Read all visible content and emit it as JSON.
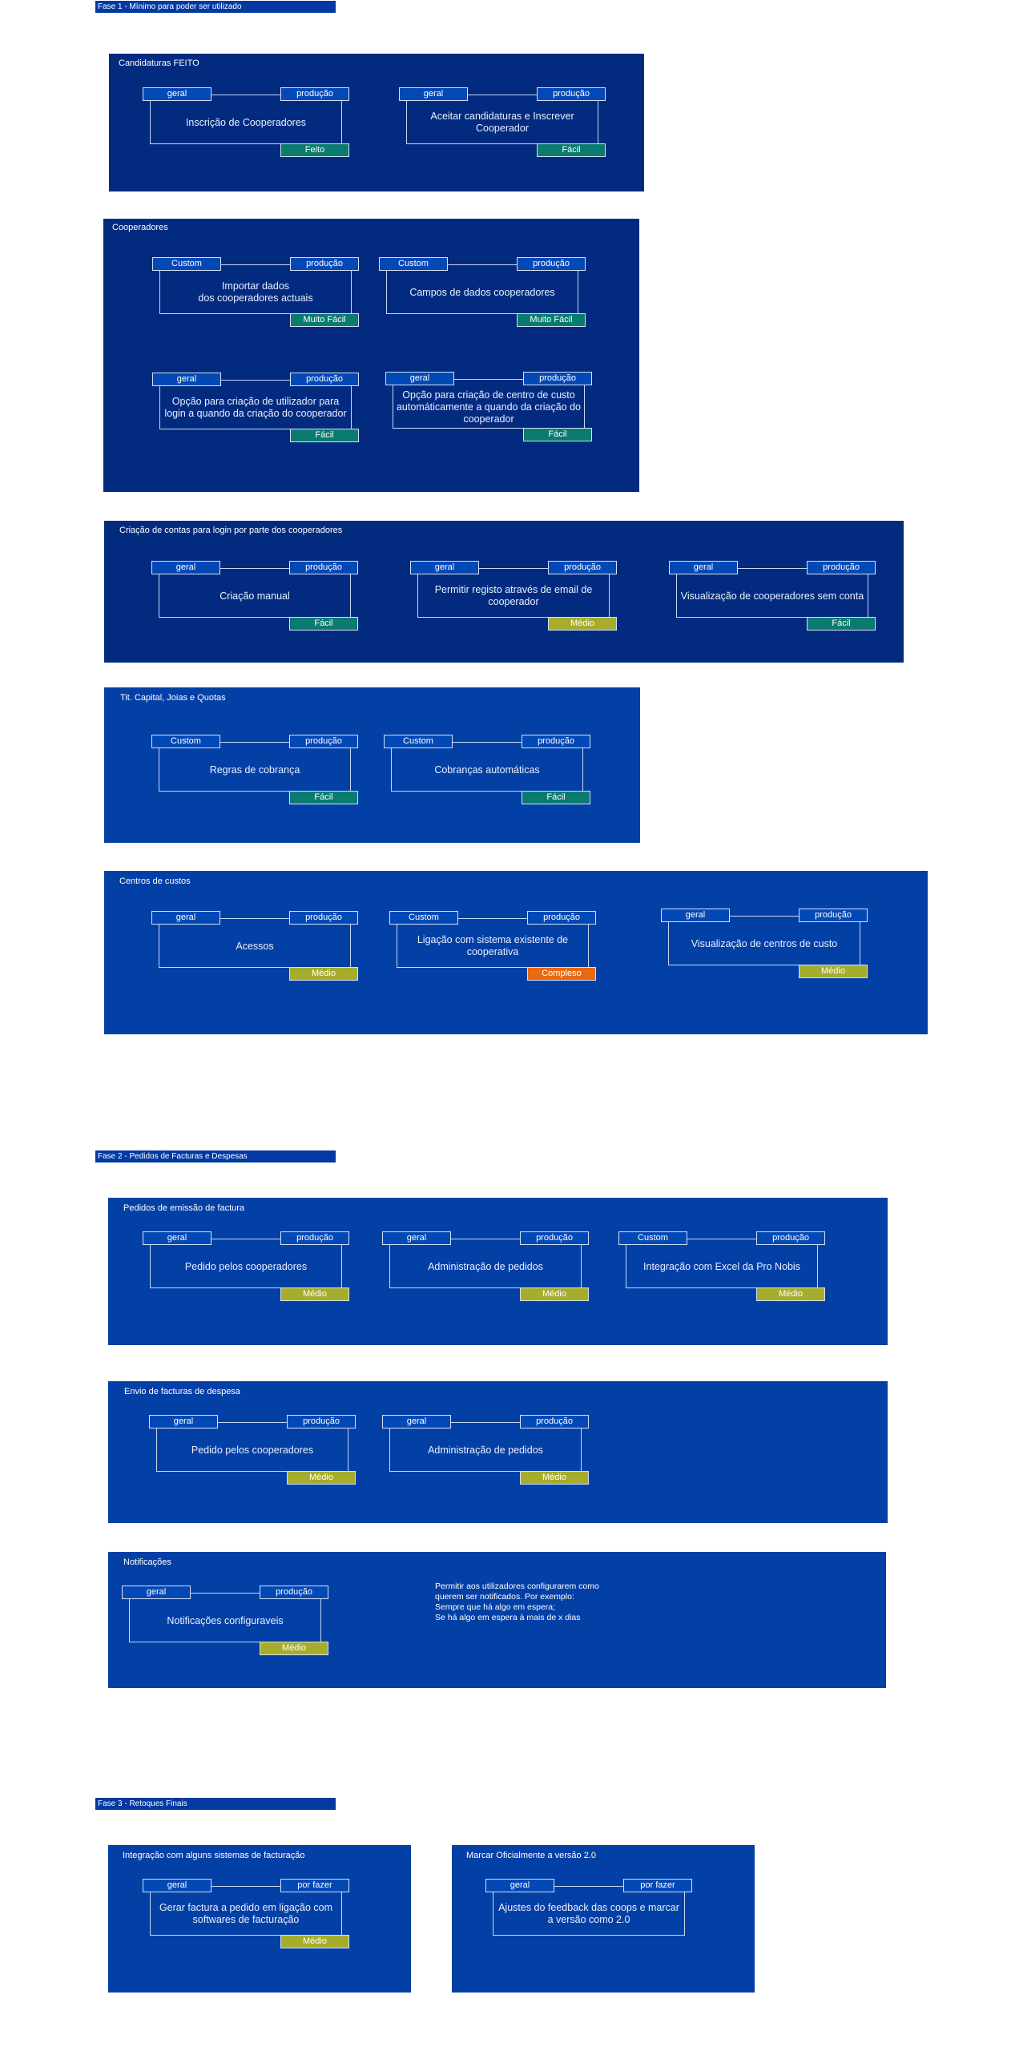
{
  "colors": {
    "Feito": "#0a7b6e",
    "Fácil": "#0a7b6e",
    "Muito Fácil": "#0a7b6e",
    "Médio": "#a6ad2c",
    "Compleso": "#e96a10",
    "": "transparent"
  },
  "phases": [
    {
      "title": "Fase 1 - Mínimo para poder ser utilizado"
    },
    {
      "title": "Fase 2 - Pedidos de Facturas e Despesas"
    },
    {
      "title": "Fase 3 - Retoques Finais"
    }
  ],
  "sections": [
    {
      "title": "Candidaturas FEITO",
      "cards": [
        {
          "left": "geral",
          "right": "produção",
          "label": "Inscrição de Cooperadores",
          "badge": "Feito"
        },
        {
          "left": "geral",
          "right": "produção",
          "label": "Aceitar candidaturas e Inscrever Cooperador",
          "badge": "Fácil"
        }
      ]
    },
    {
      "title": "Cooperadores",
      "cards": [
        {
          "left": "Custom",
          "right": "produção",
          "label": "Importar dados\ndos cooperadores actuais",
          "badge": "Muito Fácil"
        },
        {
          "left": "Custom",
          "right": "produção",
          "label": "Campos de dados cooperadores",
          "badge": "Muito Fácil"
        },
        {
          "left": "geral",
          "right": "produção",
          "label": "Opção para criação de utilizador para login a quando da criação do cooperador",
          "badge": "Fácil"
        },
        {
          "left": "geral",
          "right": "produção",
          "label": "Opção para criação de centro de custo automáticamente a quando da criação do cooperador",
          "badge": "Fácil"
        }
      ]
    },
    {
      "title": "Criação de contas para login por parte dos cooperadores",
      "cards": [
        {
          "left": "geral",
          "right": "produção",
          "label": "Criação manual",
          "badge": "Fácil"
        },
        {
          "left": "geral",
          "right": "produção",
          "label": "Permitir registo através de email de cooperador",
          "badge": "Médio"
        },
        {
          "left": "geral",
          "right": "produção",
          "label": "Visualização de cooperadores sem conta",
          "badge": "Fácil"
        }
      ]
    },
    {
      "title": "Tit. Capital, Joias e Quotas",
      "cards": [
        {
          "left": "Custom",
          "right": "produção",
          "label": "Regras de cobrança",
          "badge": "Fácil"
        },
        {
          "left": "Custom",
          "right": "produção",
          "label": "Cobranças automáticas",
          "badge": "Fácil"
        }
      ]
    },
    {
      "title": "Centros de custos",
      "cards": [
        {
          "left": "geral",
          "right": "produção",
          "label": "Acessos",
          "badge": "Médio"
        },
        {
          "left": "Custom",
          "right": "produção",
          "label": "Ligação com sistema existente de cooperativa",
          "badge": "Compleso"
        },
        {
          "left": "geral",
          "right": "produção",
          "label": "Visualização de centros de custo",
          "badge": "Médio"
        }
      ]
    },
    {
      "title": "Pedidos de emissão de factura",
      "cards": [
        {
          "left": "geral",
          "right": "produção",
          "label": "Pedido pelos cooperadores",
          "badge": "Médio"
        },
        {
          "left": "geral",
          "right": "produção",
          "label": "Administração de pedidos",
          "badge": "Médio"
        },
        {
          "left": "Custom",
          "right": "produção",
          "label": "Integração com Excel da Pro Nobis",
          "badge": "Médio"
        }
      ]
    },
    {
      "title": "Envio de facturas de despesa",
      "cards": [
        {
          "left": "geral",
          "right": "produção",
          "label": "Pedido pelos cooperadores",
          "badge": "Médio"
        },
        {
          "left": "geral",
          "right": "produção",
          "label": "Administração de pedidos",
          "badge": "Médio"
        }
      ]
    },
    {
      "title": "Notificações",
      "cards": [
        {
          "left": "geral",
          "right": "produção",
          "label": "Notificações configuraveis",
          "badge": "Médio"
        }
      ],
      "note": "Permitir aos utilizadores configurarem como\nquerem ser notificados. Por exemplo:\nSempre que há algo em espera;\nSe há algo em espera à mais de x dias"
    },
    {
      "title": "Integração com alguns sistemas de facturação",
      "cards": [
        {
          "left": "geral",
          "right": "por fazer",
          "label": "Gerar factura a pedido em ligação com softwares de facturação",
          "badge": "Médio"
        }
      ]
    },
    {
      "title": "Marcar Oficialmente a versão 2.0",
      "cards": [
        {
          "left": "geral",
          "right": "por fazer",
          "label": "Ajustes do feedback das coops e marcar a versão como 2.0",
          "badge": ""
        }
      ]
    }
  ]
}
